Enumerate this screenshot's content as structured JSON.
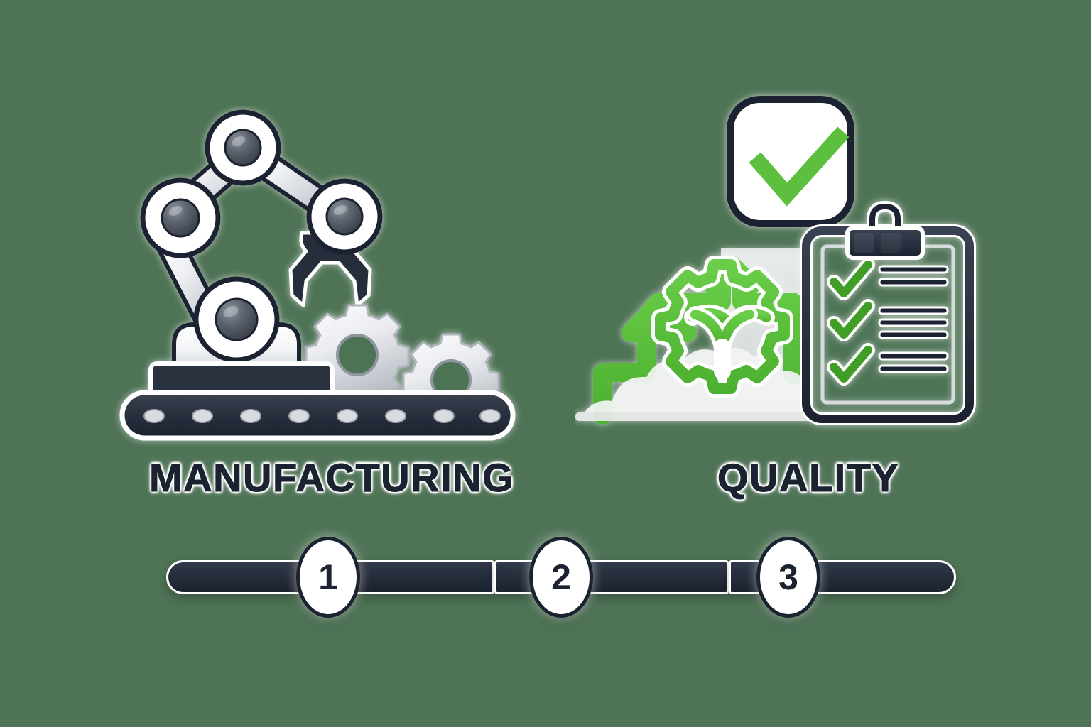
{
  "background": {
    "color": "#4e7355"
  },
  "palette": {
    "green": "#5cbf3c",
    "green_dark": "#3f9e28",
    "navy": "#1b2230",
    "steel_light": "#f2f3f5",
    "steel_mid": "#c9ccd2",
    "steel_dark": "#4a515e",
    "white": "#ffffff"
  },
  "sections": [
    {
      "id": "manufacturing",
      "label": "MANUFACTURING",
      "icon": "robot-arm-conveyor-gears-icon",
      "parts": [
        "robot-arm-icon",
        "robot-gripper-icon",
        "gear-large-icon",
        "gear-small-icon",
        "conveyor-belt-icon"
      ],
      "conveyor_rollers": 8
    },
    {
      "id": "quality",
      "label": "QUALITY",
      "icon": "quality-clipboard-checkmark-icon",
      "parts": [
        "check-badge-icon",
        "growth-stairs-arrow-icon",
        "eco-gear-icon",
        "clipboard-icon",
        "cloud-icon"
      ],
      "clipboard_items": [
        {
          "check": "check-icon",
          "lines": 2
        },
        {
          "check": "check-icon",
          "lines": 3
        },
        {
          "check": "check-icon",
          "lines": 2
        }
      ]
    }
  ],
  "progress": {
    "steps": [
      {
        "number": "1"
      },
      {
        "number": "2"
      },
      {
        "number": "3"
      }
    ]
  }
}
